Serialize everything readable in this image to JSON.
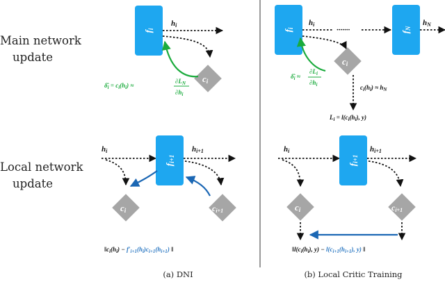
{
  "row_labels": {
    "main": [
      "Main network",
      "update"
    ],
    "local": [
      "Local network",
      "update"
    ]
  },
  "captions": {
    "a": "(a) DNI",
    "b": "(b) Local Critic Training"
  },
  "colors": {
    "layer_blue": "#1ea7f0",
    "critic_gray": "#a6a6a6",
    "green": "#1aab3c",
    "arrow_blue": "#1b67b4",
    "text_blue": "#2a77c2"
  }
}
